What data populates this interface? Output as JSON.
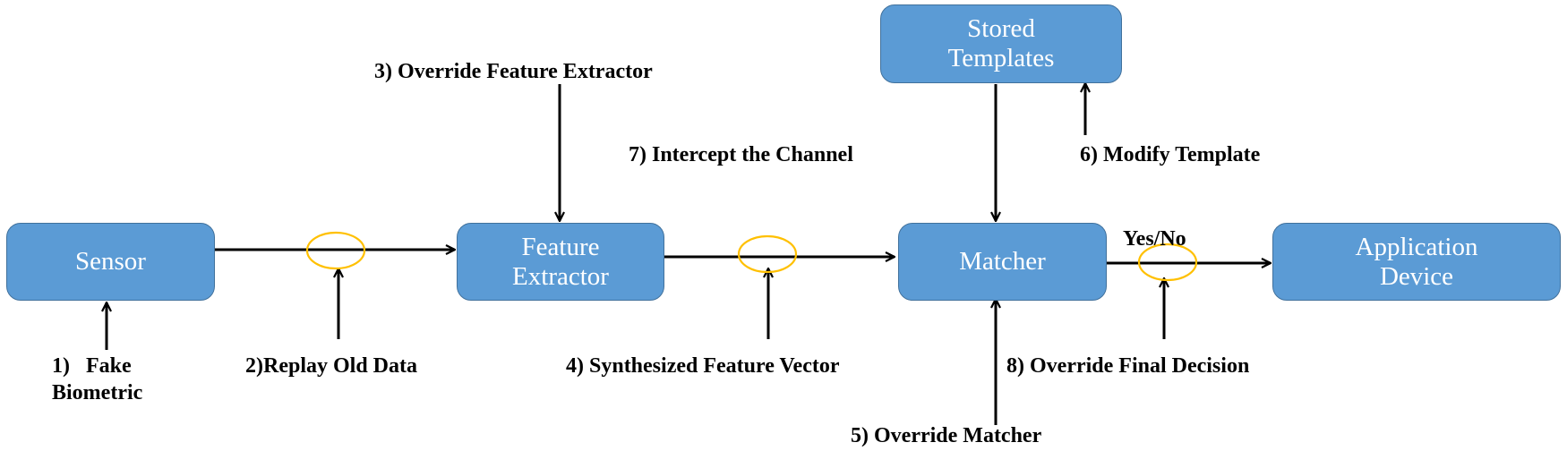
{
  "nodes": {
    "sensor": "Sensor",
    "feature_extractor": "Feature Extractor",
    "matcher": "Matcher",
    "application_device": "Application Device",
    "stored_templates": "Stored Templates"
  },
  "attacks": {
    "a1_line1": "1)   Fake",
    "a1_line2": "Biometric",
    "a2": "2)Replay Old Data",
    "a3": "3) Override Feature Extractor",
    "a4": "4) Synthesized Feature Vector",
    "a5": "5) Override Matcher",
    "a6": "6) Modify Template",
    "a7": "7) Intercept the Channel",
    "a8": "8) Override Final Decision"
  },
  "edge_labels": {
    "decision": "Yes/No"
  },
  "colors": {
    "box_fill": "#5b9bd5",
    "box_border": "#41719c",
    "channel_circle": "#ffc000",
    "arrow": "#000000"
  }
}
